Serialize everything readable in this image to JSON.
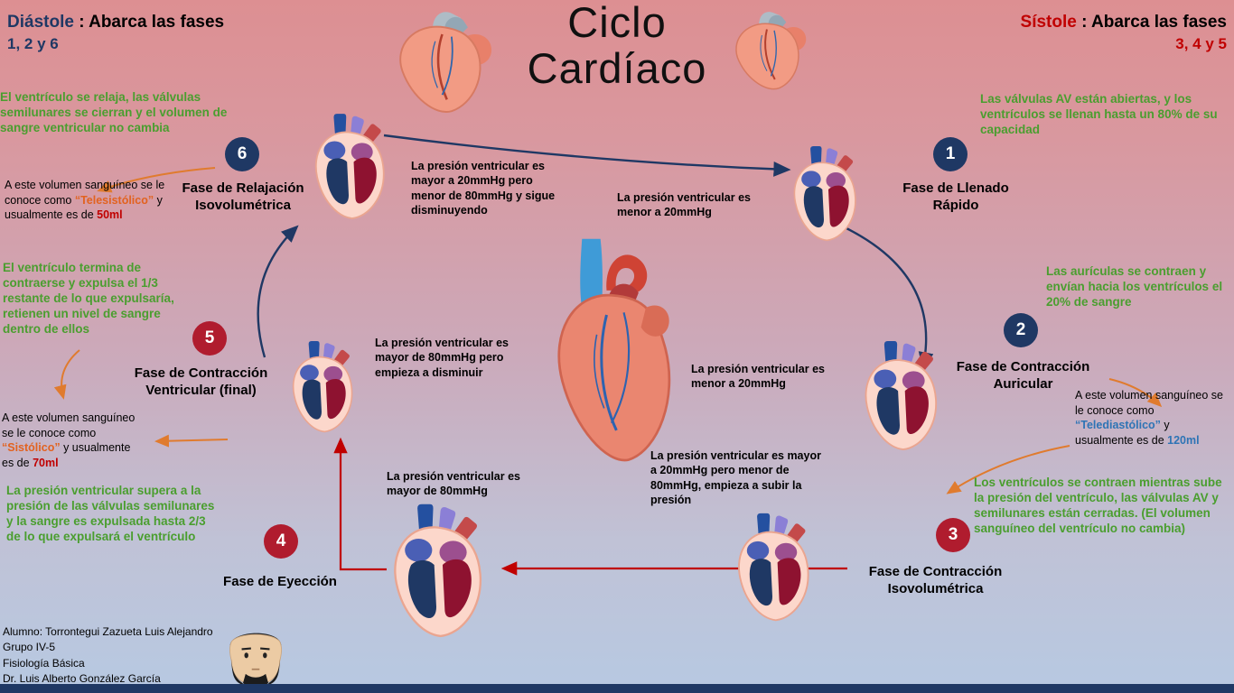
{
  "title": {
    "line1": "Ciclo",
    "line2": "Cardíaco"
  },
  "header": {
    "diastole": {
      "label": "Diástole",
      "rest": " : Abarca las fases",
      "phases": "1, 2 y 6"
    },
    "sistole": {
      "label": "Sístole",
      "rest": " : Abarca las fases",
      "phases": "3, 4 y 5"
    }
  },
  "phases": {
    "p1": {
      "num": "1",
      "name": "Fase de Llenado Rápido",
      "note": "Las válvulas AV están abiertas, y los ventrículos se llenan hasta un 80% de su capacidad",
      "pressure": "La presión ventricular es menor a 20mmHg"
    },
    "p2": {
      "num": "2",
      "name": "Fase de Contracción Auricular",
      "note": "Las aurículas se contraen y envían hacia los ventrículos el 20% de sangre",
      "pressure": "La presión ventricular es menor a 20mmHg"
    },
    "p3": {
      "num": "3",
      "name": "Fase de Contracción Isovolumétrica",
      "note": "Los ventrículos se contraen mientras sube la presión del ventrículo, las válvulas AV y semilunares están cerradas. (El volumen sanguíneo del ventrículo no cambia)",
      "pressure": "La presión ventricular es mayor a 20mmHg pero menor de 80mmHg, empieza a subir la presión"
    },
    "p4": {
      "num": "4",
      "name": "Fase de Eyección",
      "note": "La presión ventricular supera a la presión de las válvulas semilunares y la sangre es expulsada hasta 2/3 de lo que expulsará el ventrículo",
      "pressure": "La presión ventricular es mayor de 80mmHg"
    },
    "p5": {
      "num": "5",
      "name": "Fase de Contracción Ventricular (final)",
      "note": "El ventrículo termina de contraerse y expulsa el 1/3 restante de lo que expulsaría, retienen un nivel de sangre dentro de ellos",
      "pressure": "La presión ventricular es mayor de 80mmHg pero empieza a disminuir"
    },
    "p6": {
      "num": "6",
      "name": "Fase de Relajación Isovolumétrica",
      "note": "El ventrículo se relaja, las válvulas semilunares se cierran y el volumen de sangre ventricular no cambia",
      "pressure": "La presión ventricular es mayor a 20mmHg pero menor de 80mmHg y sigue disminuyendo"
    }
  },
  "volumes": {
    "telesistolico": {
      "pre": "A este volumen sanguíneo se le conoce como ",
      "term": "“Telesistólico”",
      "mid": " y usualmente es de ",
      "value": "50ml"
    },
    "telediastolico": {
      "pre": "A este volumen sanguíneo se le conoce como ",
      "term": "“Telediastólico”",
      "mid": " y usualmente es de ",
      "value": "120ml"
    },
    "sistolico": {
      "pre": "A este volumen sanguíneo se le conoce como ",
      "term": "“Sistólico”",
      "mid": " y usualmente es de ",
      "value": "70ml"
    }
  },
  "credits": {
    "line1": "Alumno: Torrontegui Zazueta Luis Alejandro",
    "line2": "Grupo IV-5",
    "line3": "Fisiología Básica",
    "line4": "Dr. Luis Alberto González García"
  },
  "icons": {
    "heart_exterior": "anatomical-heart-exterior",
    "heart_section": "anatomical-heart-cross-section",
    "avatar": "student-avatar-drawing"
  },
  "colors": {
    "navy": "#1f3864",
    "red": "#c00000",
    "green": "#4a9e2f",
    "orange": "#e07b2e",
    "badge_red": "#b01c2e",
    "background_top": "#dd8f92",
    "background_bottom": "#b7c9e2"
  }
}
